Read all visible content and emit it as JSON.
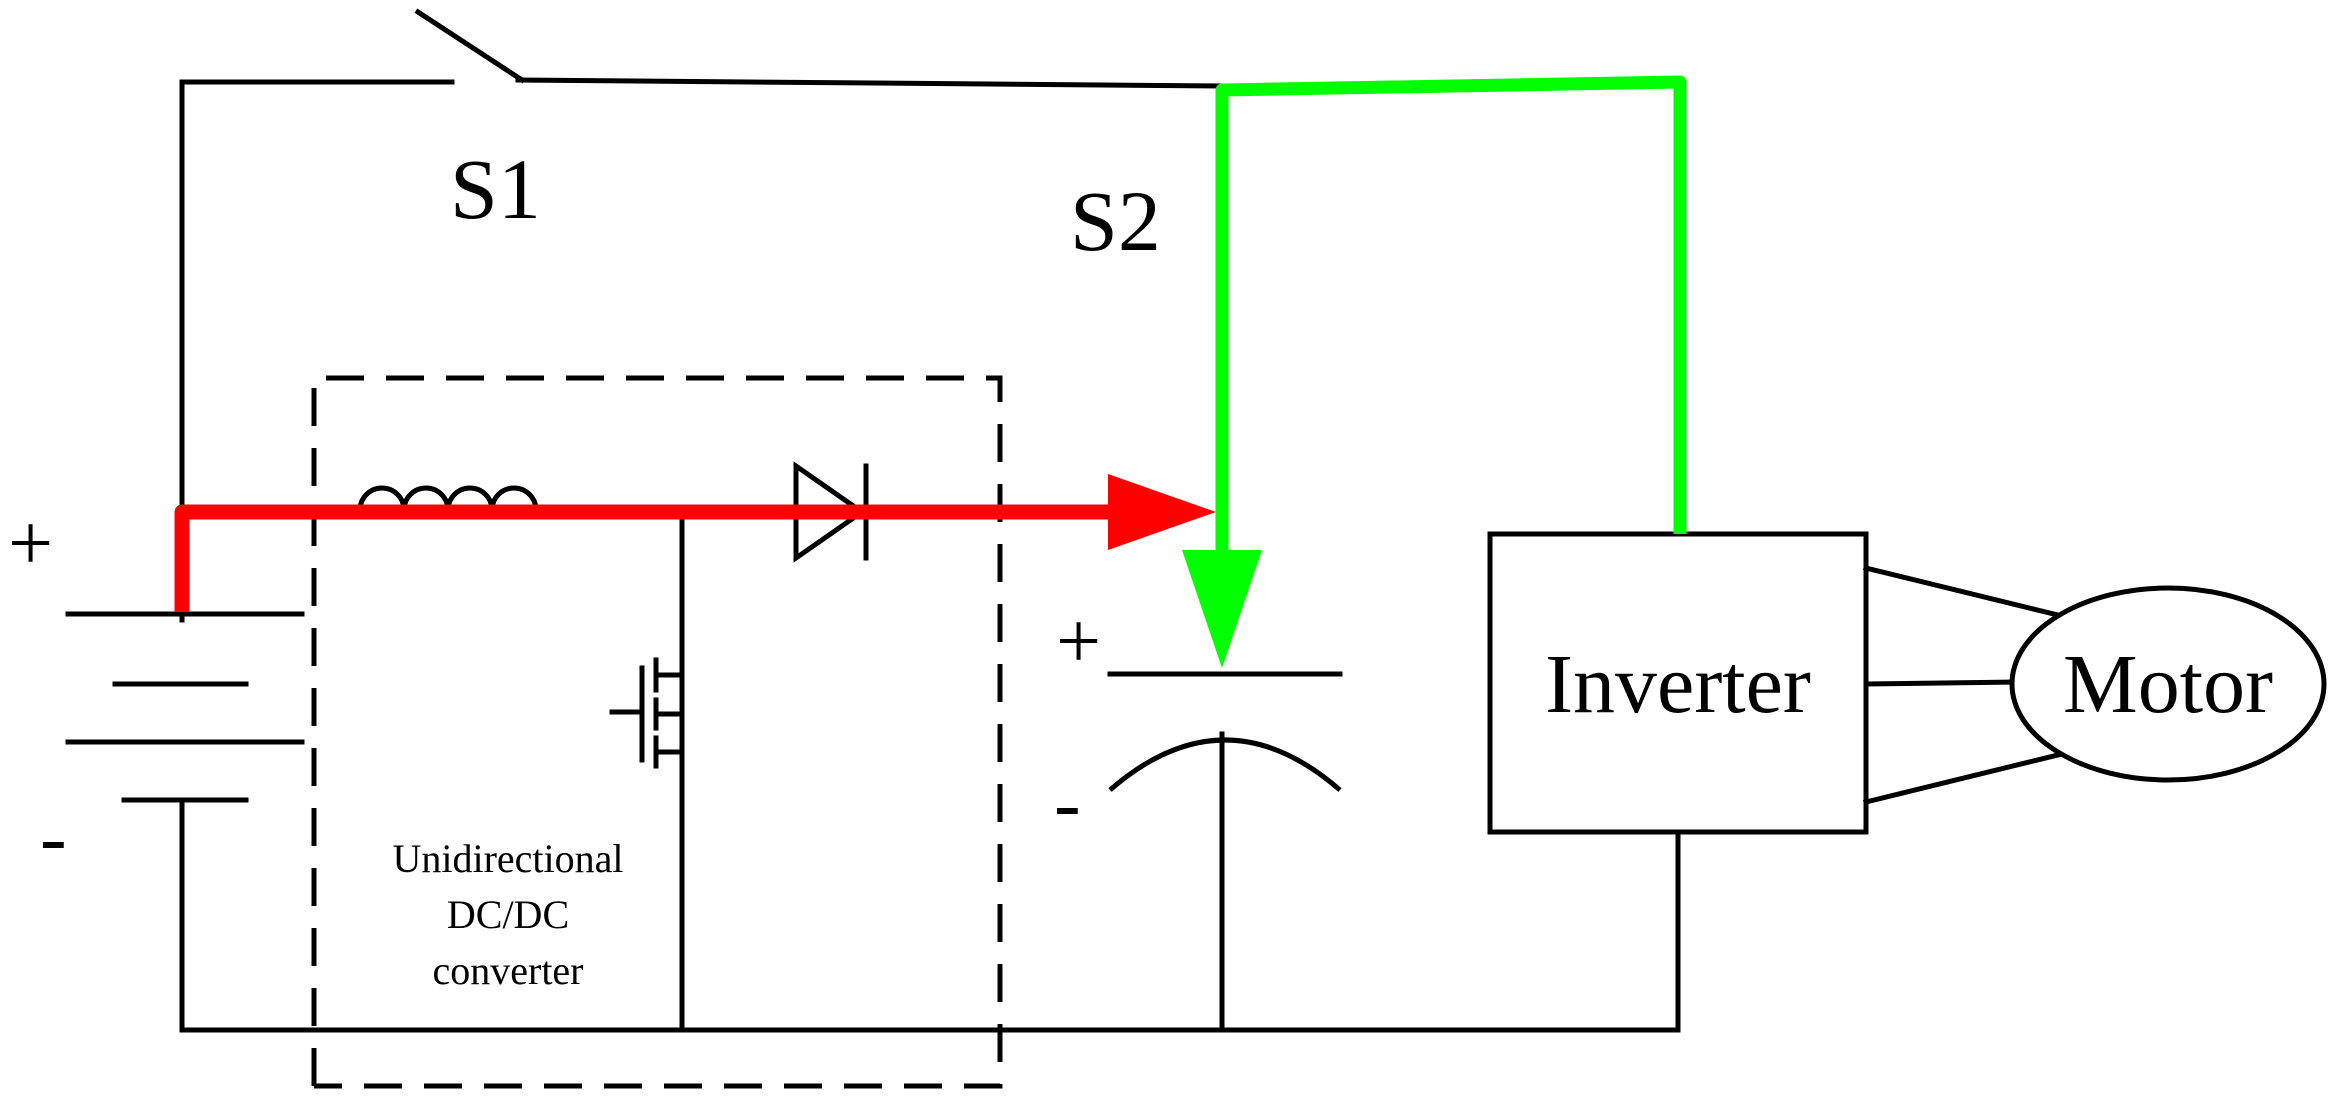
{
  "labels": {
    "s1": "S1",
    "s2": "S2",
    "battery_plus": "+",
    "battery_minus": "-",
    "cap_plus": "+",
    "cap_minus": "-",
    "converter_line1": "Unidirectional",
    "converter_line2": "DC/DC",
    "converter_line3": "converter",
    "inverter": "Inverter",
    "motor": "Motor"
  },
  "colors": {
    "battery_path": "#ff0000",
    "s2_path": "#00ff00",
    "wires": "#000000"
  }
}
